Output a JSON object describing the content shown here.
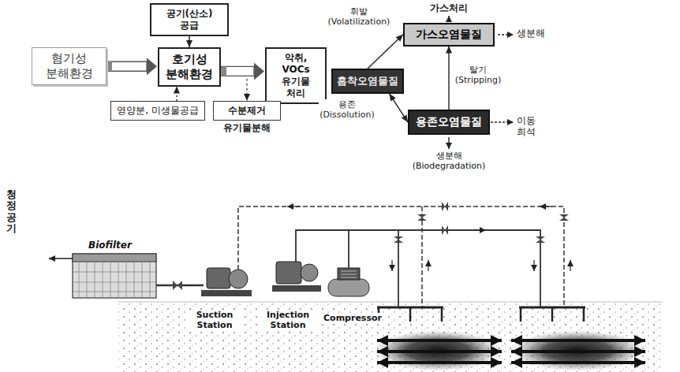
{
  "diagram": {
    "nodes": [
      {
        "text": [
          "공기(산소) 공급"
        ]
      },
      {
        "text": [
          "혐기성 분해환경"
        ]
      },
      {
        "text": [
          "호기성 분해환경"
        ]
      },
      {
        "text": [
          "영양분, 미생물공급"
        ]
      },
      {
        "text": [
          "악취, VOCs 유기물 처리"
        ]
      },
      {
        "text": [
          "수분제거",
          "유기물분해"
        ]
      },
      {
        "text": [
          "가스오염물질"
        ]
      },
      {
        "text": [
          "흡착오염물질"
        ]
      },
      {
        "text": [
          "용존오염물질"
        ]
      }
    ],
    "edges": [
      {
        "from": 0,
        "to": 2,
        "arrow": "to"
      },
      {
        "from": 1,
        "to": 2,
        "arrow": "to"
      },
      {
        "from": 3,
        "to": 2,
        "arrow": "to"
      },
      {
        "from": 2,
        "to": 4,
        "arrow": "to"
      },
      {
        "from": 2,
        "to": 5,
        "arrow": "to"
      },
      {
        "from": 7,
        "to": 6,
        "label": "휘발 (Volatilization)",
        "arrow": "to"
      },
      {
        "from": 8,
        "to": 6,
        "label": "탈기 (Stripping)",
        "arrow": "to"
      },
      {
        "from": 7,
        "to": 8,
        "label": "용존 (Dissolution)",
        "arrow": "both"
      }
    ],
    "labels": [
      "가스처리",
      "생분해",
      "이동 희석",
      "생분해 (Biodegradation)",
      "청정공기",
      "Biofilter",
      "Suction Station",
      "Injection Station",
      "Compressor"
    ]
  }
}
